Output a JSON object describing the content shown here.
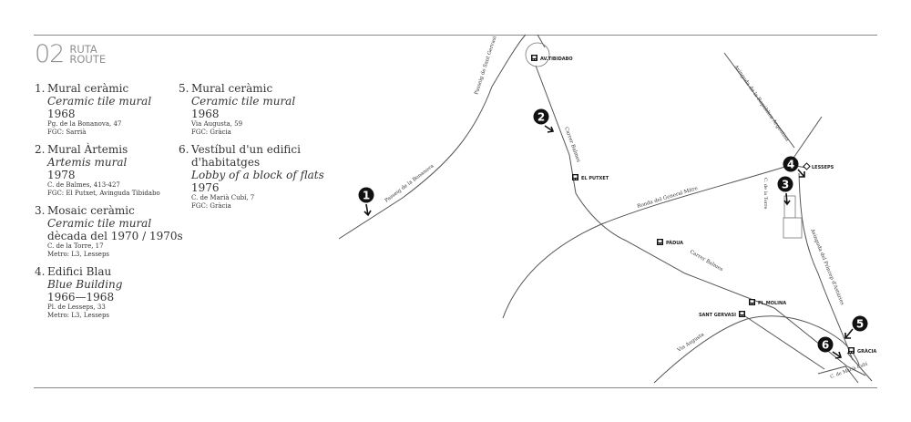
{
  "header": {
    "number": "02",
    "word_ca": "RUTA",
    "word_en": "ROUTE"
  },
  "stops_col1": [
    {
      "n": "1.",
      "lines": [
        {
          "text": "Mural ceràmic",
          "italic": false
        },
        {
          "text": "Ceramic tile mural",
          "italic": true
        },
        {
          "text": "1968",
          "italic": false
        }
      ],
      "address": "Pg. de la Bonanova, 47",
      "transport": "FGC: Sarrià"
    },
    {
      "n": "2.",
      "lines": [
        {
          "text": "Mural Àrtemis",
          "italic": false
        },
        {
          "text": "Artemis mural",
          "italic": true
        },
        {
          "text": "1978",
          "italic": false
        }
      ],
      "address": "C. de Balmes, 413-427",
      "transport": "FGC: El Putxet, Avinguda Tibidabo"
    },
    {
      "n": "3.",
      "lines": [
        {
          "text": "Mosaic ceràmic",
          "italic": false
        },
        {
          "text": "Ceramic tile mural",
          "italic": true
        },
        {
          "text": "dècada del 1970 / 1970s",
          "italic": false
        }
      ],
      "address": "C. de la Torre, 17",
      "transport": "Metro: L3, Lesseps"
    },
    {
      "n": "4.",
      "lines": [
        {
          "text": "Edifici Blau",
          "italic": false
        },
        {
          "text": "Blue Building",
          "italic": true
        },
        {
          "text": "1966—1968",
          "italic": false
        }
      ],
      "address": "Pl. de Lesseps, 33",
      "transport": "Metro: L3, Lesseps"
    }
  ],
  "stops_col2": [
    {
      "n": "5.",
      "lines": [
        {
          "text": "Mural ceràmic",
          "italic": false
        },
        {
          "text": "Ceramic tile mural",
          "italic": true
        },
        {
          "text": "1968",
          "italic": false
        }
      ],
      "address": "Via Augusta, 59",
      "transport": "FGC: Gràcia"
    },
    {
      "n": "6.",
      "lines": [
        {
          "text": "Vestíbul d'un edifici",
          "italic": false
        },
        {
          "text": "d'habitatges",
          "italic": false
        },
        {
          "text": "Lobby of a block of flats",
          "italic": true
        },
        {
          "text": "1976",
          "italic": false
        }
      ],
      "address": "C. de Marià Cubí, 7",
      "transport": "FGC: Gràcia"
    }
  ],
  "map": {
    "street_labels": {
      "passeig_sant_gervasi": "Passeig de Sant Gervasi",
      "passeig_bonanova": "Passeig de la Bonanova",
      "carrer_balmes_1": "Carrer Balmes",
      "carrer_balmes_2": "Carrer Balmes",
      "ronda_general_mitre": "Ronda del General Mitre",
      "avinguda_republica_argentina": "Avinguda de la República Argentina",
      "avinguda_principe_asturies": "Avinguda del Príncep d'Astúries",
      "via_augusta": "Via Augusta",
      "carrer_torre": "C. de la Torre",
      "carrer_maria_cubi": "C. de Marià Cubí"
    },
    "stations": {
      "av_tibidabo": "AV.TIBIDABO",
      "el_putxet": "EL PUTXET",
      "padua": "PÀDUA",
      "pl_molina": "PL.MOLINA",
      "sant_gervasi": "SANT GERVASI",
      "gracia": "GRÀCIA",
      "lesseps": "LESSEPS"
    },
    "markers": [
      "1",
      "2",
      "3",
      "4",
      "5",
      "6"
    ],
    "station_icon": "metro-train-icon",
    "arrow_icon": "direction-arrow-icon",
    "colors": {
      "road": "#555555",
      "marker": "#111111",
      "text": "#333333"
    }
  }
}
